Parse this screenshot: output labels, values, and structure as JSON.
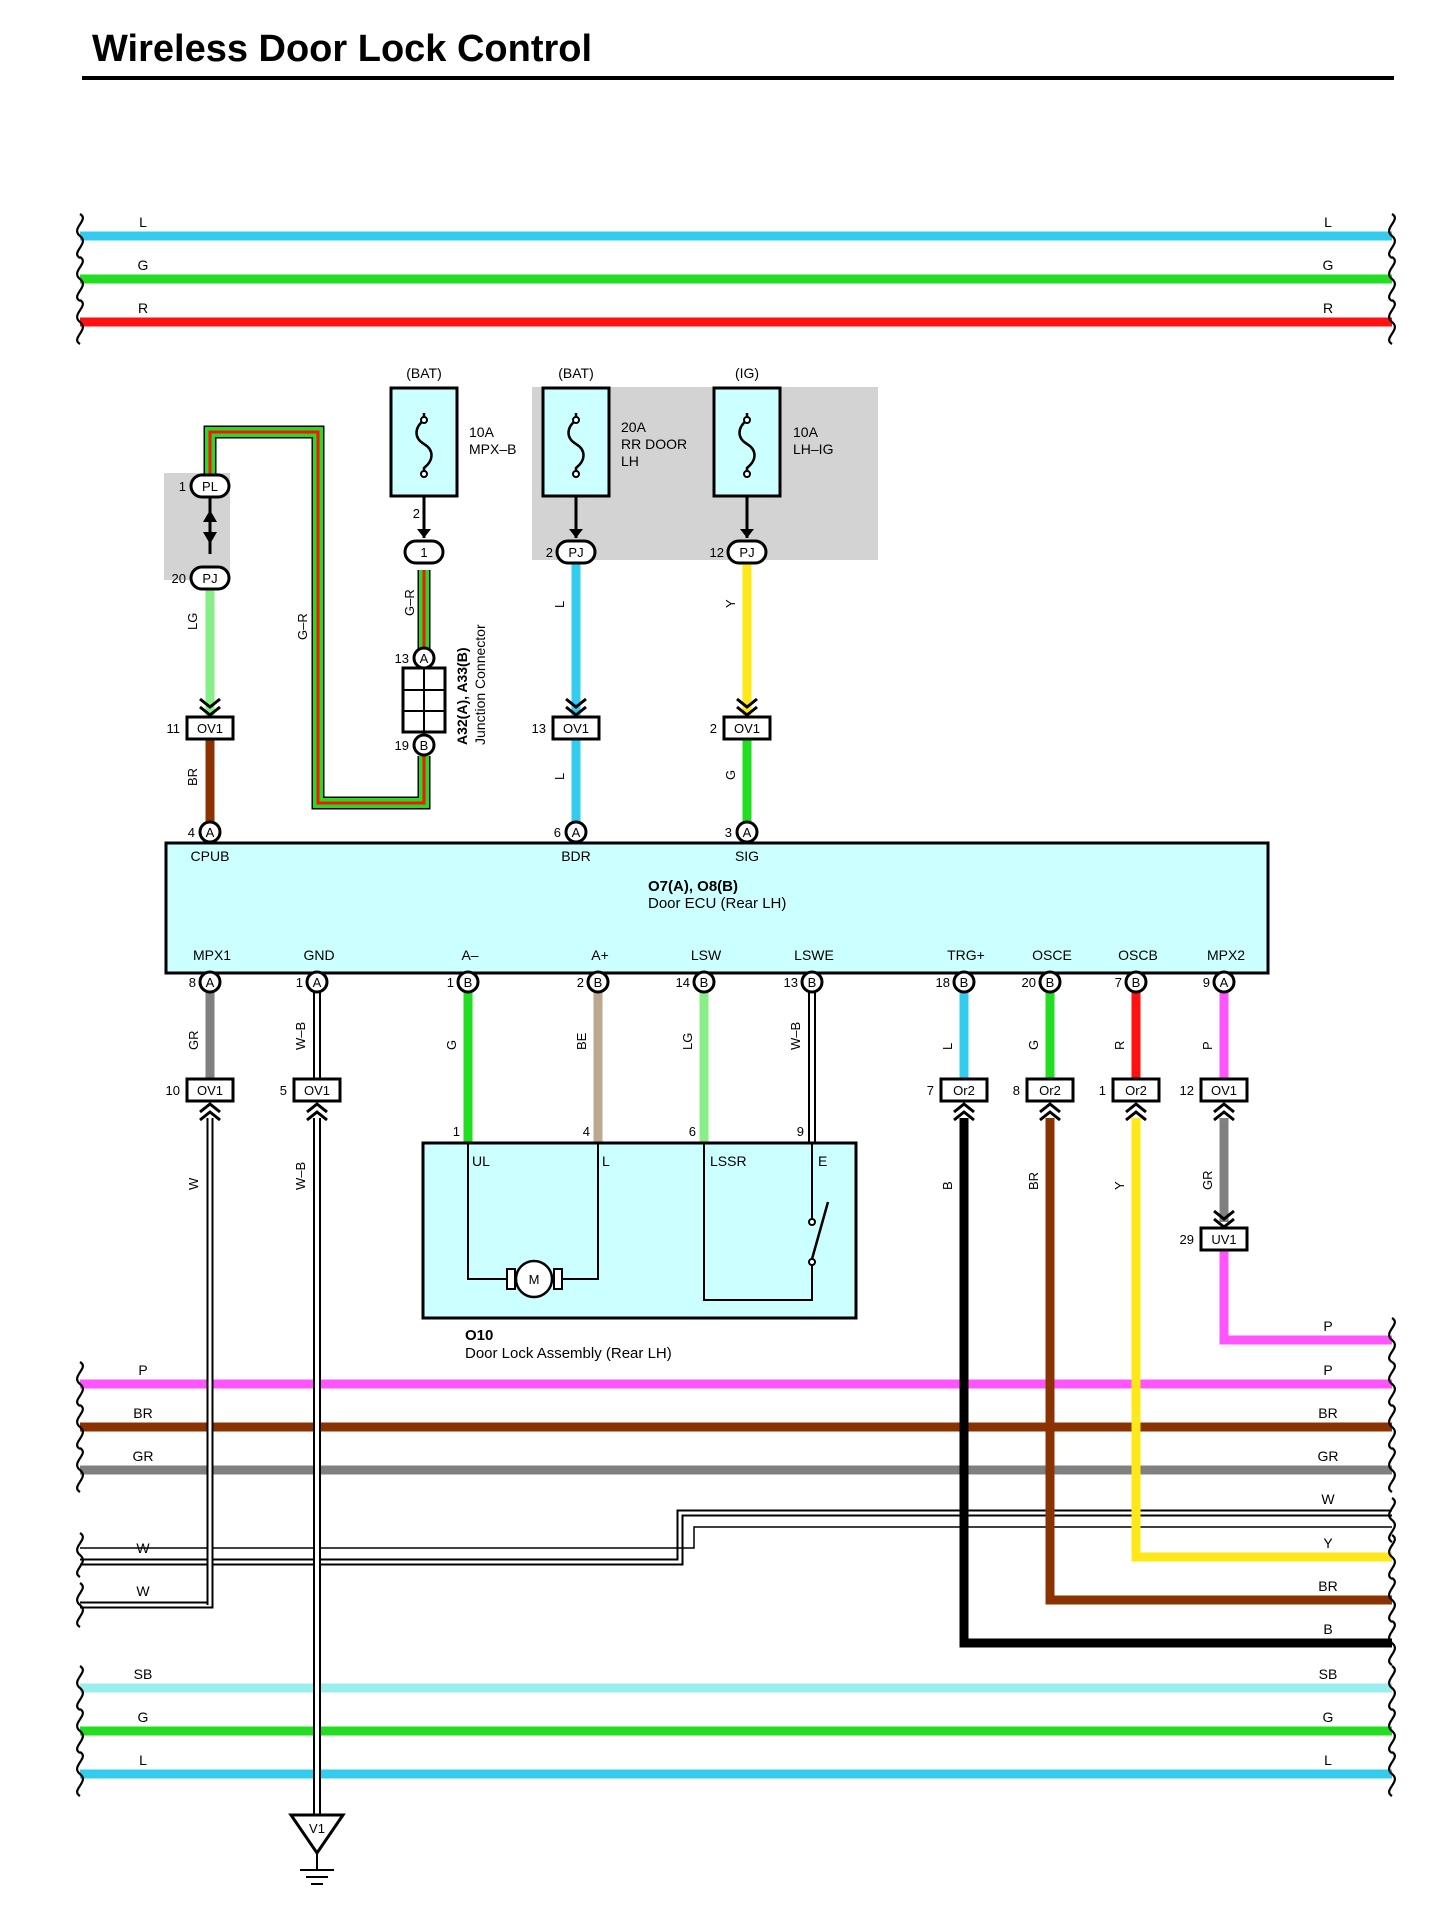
{
  "title": "Wireless Door Lock Control",
  "colors": {
    "L": "#33ccee",
    "G": "#22dd22",
    "R": "#ff1111",
    "LG": "#88ee88",
    "BR": "#8b3300",
    "Y": "#ffe81a",
    "BE": "#bba88e",
    "GR": "#808080",
    "P": "#ff55ff",
    "B": "#000000",
    "W": "#ffffff",
    "SB": "#99eeee",
    "box": "#ccffff",
    "shade": "#d3d3d3"
  },
  "top_buses": [
    {
      "code": "L",
      "left": "L",
      "right": "L"
    },
    {
      "code": "G",
      "left": "G",
      "right": "G"
    },
    {
      "code": "R",
      "left": "R",
      "right": "R"
    }
  ],
  "bottom_buses_group1": [
    {
      "code": "P",
      "left": "P",
      "right": "P"
    },
    {
      "code": "BR",
      "left": "BR",
      "right": "BR"
    },
    {
      "code": "GR",
      "left": "GR",
      "right": "GR"
    }
  ],
  "white_lines": {
    "left_a": "W",
    "left_b": "W",
    "right": "W"
  },
  "right_only_labels": {
    "p_top": "P",
    "y": "Y",
    "br": "BR",
    "b": "B"
  },
  "bottom_buses_group2": [
    {
      "code": "SB",
      "left": "SB",
      "right": "SB"
    },
    {
      "code": "G",
      "left": "G",
      "right": "G"
    },
    {
      "code": "L",
      "left": "L",
      "right": "L"
    }
  ],
  "fuses": [
    {
      "supply": "(BAT)",
      "amp": "10A",
      "name": "MPX–B",
      "pin": "2"
    },
    {
      "supply": "(BAT)",
      "amp": "20A",
      "name_line1": "RR DOOR",
      "name_line2": "LH",
      "pin": "2",
      "connector": "PJ"
    },
    {
      "supply": "(IG)",
      "amp": "10A",
      "name": "LH–IG",
      "pin": "12",
      "connector": "PJ"
    }
  ],
  "pl_pj": {
    "pin_top": "1",
    "conn_top": "PL",
    "pin_bottom": "20",
    "conn_bottom": "PJ"
  },
  "mpxb_connector": "1",
  "junction": {
    "pin_a": "13",
    "conn_a": "A",
    "pin_b": "19",
    "conn_b": "B",
    "label_line1": "A32(A), A33(B)",
    "label_line2": "Junction Connector"
  },
  "wire_labels_upper": {
    "lg": "LG",
    "gr_left": "G–R",
    "gr_mid": "G–R",
    "l_fuse": "L",
    "y_fuse": "Y",
    "br": "BR",
    "l_ecu": "L",
    "g_ecu": "G"
  },
  "ov1_upper": [
    {
      "pin": "11",
      "name": "OV1"
    },
    {
      "pin": "13",
      "name": "OV1"
    },
    {
      "pin": "2",
      "name": "OV1"
    }
  ],
  "ecu": {
    "name_line1": "O7(A), O8(B)",
    "name_line2": "Door ECU (Rear LH)",
    "top_pins": [
      {
        "pin": "4",
        "conn": "A",
        "label": "CPUB"
      },
      {
        "pin": "6",
        "conn": "A",
        "label": "BDR"
      },
      {
        "pin": "3",
        "conn": "A",
        "label": "SIG"
      }
    ],
    "bottom_pins": [
      {
        "pin": "8",
        "conn": "A",
        "label": "MPX1",
        "wire": "GR"
      },
      {
        "pin": "1",
        "conn": "A",
        "label": "GND",
        "wire": "W–B"
      },
      {
        "pin": "1",
        "conn": "B",
        "label": "A–",
        "wire": "G"
      },
      {
        "pin": "2",
        "conn": "B",
        "label": "A+",
        "wire": "BE"
      },
      {
        "pin": "14",
        "conn": "B",
        "label": "LSW",
        "wire": "LG"
      },
      {
        "pin": "13",
        "conn": "B",
        "label": "LSWE",
        "wire": "W–B"
      },
      {
        "pin": "18",
        "conn": "B",
        "label": "TRG+",
        "wire": "L"
      },
      {
        "pin": "20",
        "conn": "B",
        "label": "OSCE",
        "wire": "G"
      },
      {
        "pin": "7",
        "conn": "B",
        "label": "OSCB",
        "wire": "R"
      },
      {
        "pin": "9",
        "conn": "A",
        "label": "MPX2",
        "wire": "P"
      }
    ]
  },
  "lower_connectors": [
    {
      "pin": "10",
      "name": "OV1",
      "wire_below": "W"
    },
    {
      "pin": "5",
      "name": "OV1",
      "wire_below": "W–B"
    },
    {
      "pin": "7",
      "name": "Or2",
      "wire_below": "B"
    },
    {
      "pin": "8",
      "name": "Or2",
      "wire_below": "BR"
    },
    {
      "pin": "1",
      "name": "Or2",
      "wire_below": "Y"
    },
    {
      "pin": "12",
      "name": "OV1",
      "wire_below": "GR"
    }
  ],
  "uv1": {
    "pin": "29",
    "name": "UV1"
  },
  "door_lock": {
    "id": "O10",
    "name": "Door Lock Assembly (Rear LH)",
    "pins": [
      "1",
      "4",
      "6",
      "9"
    ],
    "terms": [
      "UL",
      "L",
      "LSSR",
      "E"
    ],
    "motor": "M"
  },
  "ground": {
    "name": "V1"
  }
}
